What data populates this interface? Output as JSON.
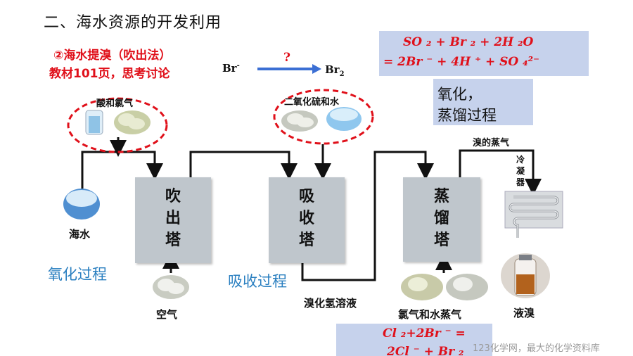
{
  "title": "二、海水资源的开发利用",
  "subtitle": {
    "line1": "②海水提溴（吹出法）",
    "line2": "教材101页，思考讨论"
  },
  "reaction": {
    "reactant": "Br",
    "reactant_charge": "-",
    "question": "?",
    "product": "Br",
    "product_sub": "2"
  },
  "equation_top": {
    "line1": "SO ₂ + Br ₂ + 2H ₂O",
    "line2": "= 2Br ⁻ + 4H ⁺ + SO ₄²⁻"
  },
  "note_box": {
    "line1": "氧化，",
    "line2": "蒸馏过程"
  },
  "circle_left_label": "酸和氯气",
  "circle_right_label": "二氧化硫和水",
  "towers": [
    {
      "chars": [
        "吹",
        "出",
        "塔"
      ]
    },
    {
      "chars": [
        "吸",
        "收",
        "塔"
      ]
    },
    {
      "chars": [
        "蒸",
        "馏",
        "塔"
      ]
    }
  ],
  "labels": {
    "seawater": "海水",
    "air": "空气",
    "oxidation": "氧化过程",
    "absorption": "吸收过程",
    "hbr_solution": "溴化氢溶液",
    "chlorine_steam": "氯气和水蒸气",
    "bromine_vapor": "溴的蒸气",
    "condenser": [
      "冷",
      "凝",
      "器"
    ],
    "liquid_bromine": "液溴"
  },
  "equation_bottom": {
    "line1": "Cl ₂+2Br ⁻ =",
    "line2": "2Cl ⁻ + Br ₂"
  },
  "watermark": "123化学网，最大的化学资料库",
  "colors": {
    "accent_red": "#e0101a",
    "box_blue": "#c6d2ec",
    "tower_gray": "#bfc6cc",
    "text_blue": "#2a7fc0"
  }
}
